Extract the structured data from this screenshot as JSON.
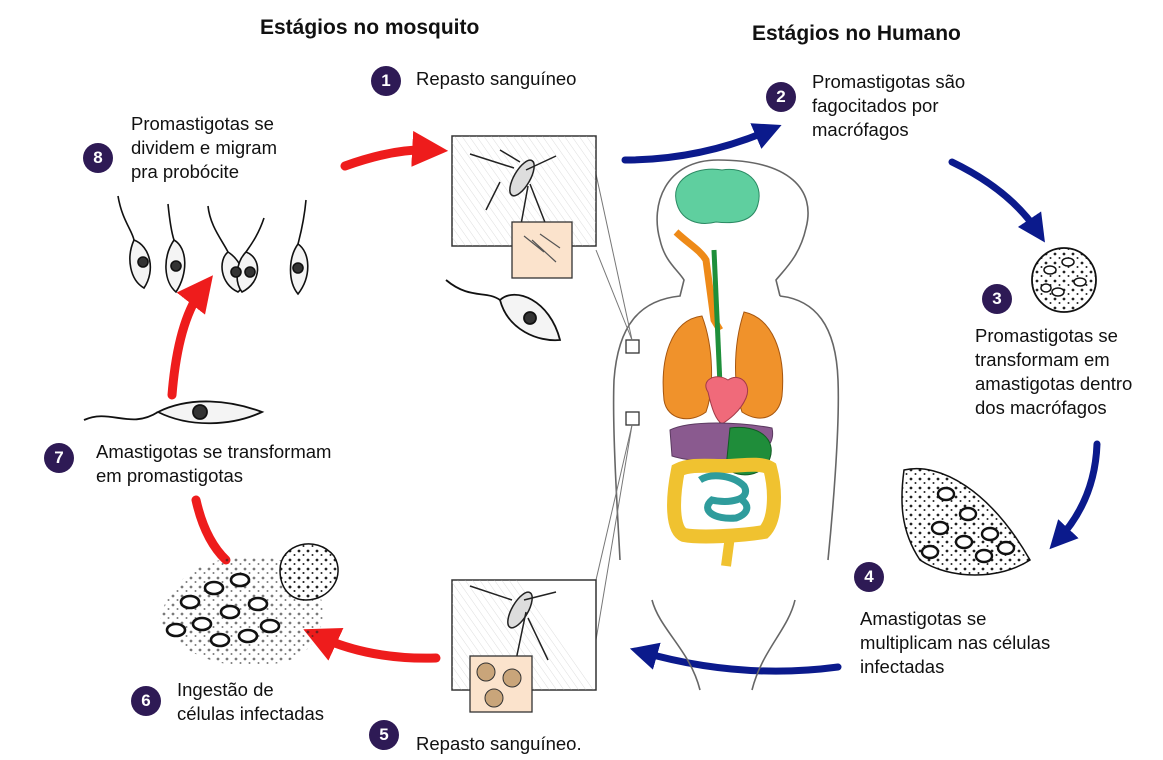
{
  "headings": {
    "mosquito": "Estágios no mosquito",
    "human": "Estágios no Humano"
  },
  "steps": [
    {
      "num": "1",
      "lines": [
        "Repasto sanguíneo"
      ]
    },
    {
      "num": "2",
      "lines": [
        "Promastigotas são",
        "fagocitados por",
        "macrófagos"
      ]
    },
    {
      "num": "3",
      "lines": [
        "Promastigotas se",
        "transformam em",
        "amastigotas dentro",
        "dos macrófagos"
      ]
    },
    {
      "num": "4",
      "lines": [
        "Amastigotas se",
        "multiplicam nas células",
        "infectadas"
      ]
    },
    {
      "num": "5",
      "lines": [
        "Repasto sanguíneo."
      ]
    },
    {
      "num": "6",
      "lines": [
        "Ingestão de",
        "células infectadas"
      ]
    },
    {
      "num": "7",
      "lines": [
        "Amastigotas se transformam",
        "em promastigotas"
      ]
    },
    {
      "num": "8",
      "lines": [
        "Promastigotas se",
        "dividem e migram",
        "pra probócite"
      ]
    }
  ],
  "colors": {
    "mosquito_arrows": "#ee1c1c",
    "human_arrows": "#0b1a8c",
    "step_badge": "#2e1a55"
  }
}
